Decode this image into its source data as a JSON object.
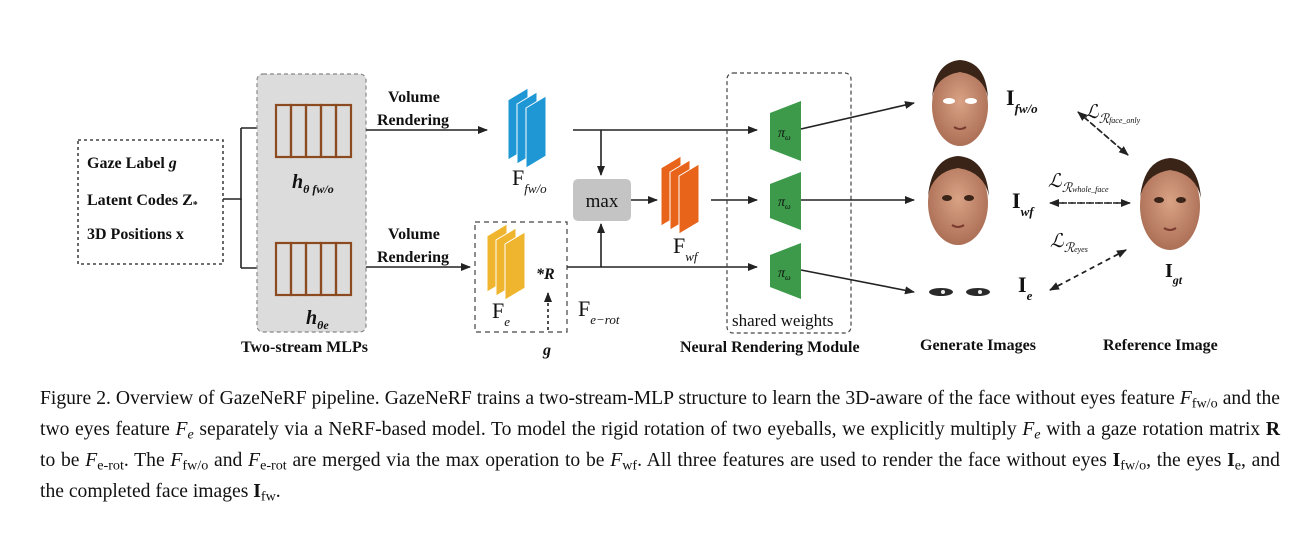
{
  "diagram": {
    "inputs": {
      "gaze_label": "Gaze Label",
      "gaze_var": "g",
      "latent_codes": "Latent Codes Z",
      "latent_sub": "*",
      "positions": "3D Positions x"
    },
    "mlp": {
      "top_name": "h",
      "top_sub": "θ fw/o",
      "bottom_name": "h",
      "bottom_sub": "θe",
      "group_label": "Two-stream MLPs"
    },
    "volume_rendering": {
      "line1": "Volume",
      "line2": "Rendering"
    },
    "features": {
      "f_fwo_main": "F",
      "f_fwo_sub": "fw/o",
      "f_e_main": "F",
      "f_e_sub": "e",
      "f_erot_main": "F",
      "f_erot_sub": "e−rot",
      "f_wf_main": "F",
      "f_wf_sub": "wf",
      "rotation_op": "*R",
      "gaze_input": "g"
    },
    "max_label": "max",
    "renderer": {
      "pi": "π",
      "pi_sub": "ω",
      "shared_weights": "shared weights",
      "module_label": "Neural Rendering Module"
    },
    "outputs": {
      "i_fwo_main": "I",
      "i_fwo_sub": "fw/o",
      "i_wf_main": "I",
      "i_wf_sub": "wf",
      "i_e_main": "I",
      "i_e_sub": "e",
      "i_gt_main": "I",
      "i_gt_sub": "gt",
      "generate_label": "Generate Images",
      "reference_label": "Reference Image"
    },
    "losses": {
      "face_only": "face_only",
      "whole_face": "whole_face",
      "eyes": "eyes"
    },
    "colors": {
      "mlp_bg": "#dcdcdc",
      "mlp_bar": "#8b4a1f",
      "feature_blue": "#1f97d4",
      "feature_orange": "#e8641b",
      "feature_yellow": "#f0b52e",
      "renderer_green": "#3c9a4a",
      "max_box": "#c4c4c4",
      "skin": "#c98e72"
    }
  },
  "caption": {
    "prefix": "Figure 2. Overview of GazeNeRF pipeline. GazeNeRF trains a two-stream-MLP structure to learn the 3D-aware of the face without eyes feature",
    "t1": "and the two eyes feature",
    "t2": "separately via a NeRF-based model. To model the rigid rotation of two eyeballs, we explicitly multiply",
    "t3": "with a gaze rotation matrix",
    "t4": "to be",
    "t5": ". The",
    "t6": "and",
    "t7": "are merged via the max operation to be",
    "t8": ". All three features are used to render the face without eyes",
    "t9": ", the eyes",
    "t10": ", and the completed face images",
    "t11": ".",
    "F": "F",
    "I": "I",
    "R": "R",
    "sub_fwo": "fw/o",
    "sub_e": "e",
    "sub_erot": "e-rot",
    "sub_wf": "wf",
    "sub_fw": "fw"
  }
}
